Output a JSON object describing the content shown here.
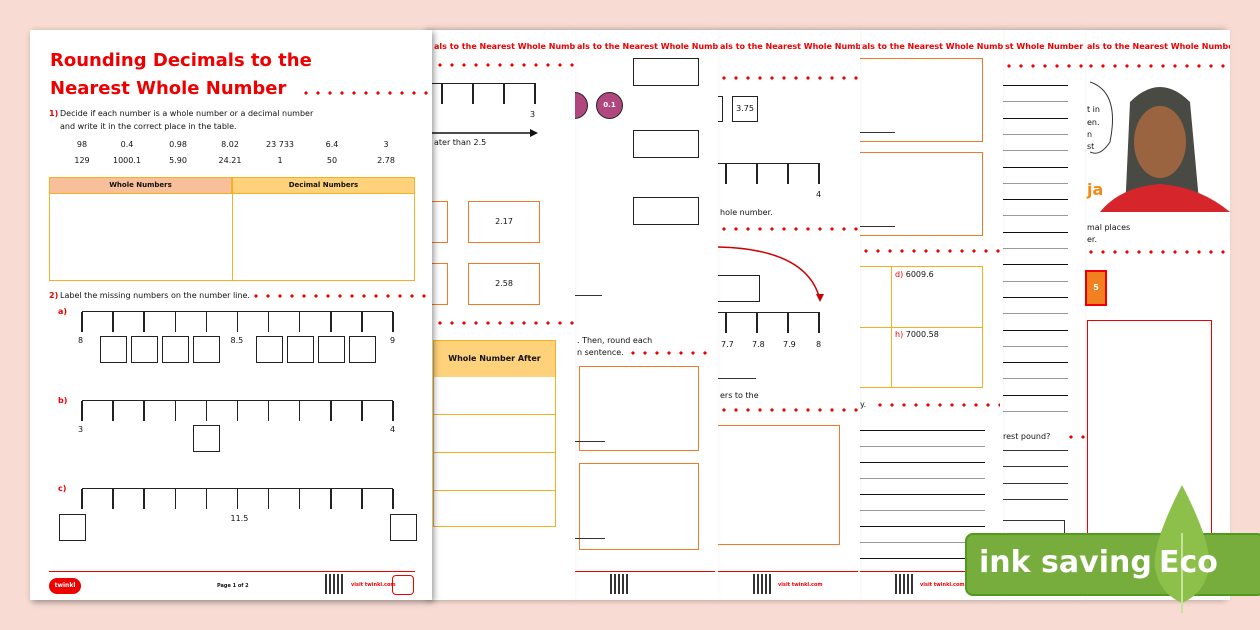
{
  "front": {
    "title_line1": "Rounding Decimals to the",
    "title_line2": "Nearest Whole Number",
    "q1_number": "1)",
    "q1_line1": "Decide if each number is a whole number or a decimal number",
    "q1_line2": "and write it in the correct place in the table.",
    "numbers_row1": [
      "98",
      "0.4",
      "0.98",
      "8.02",
      "23 733",
      "6.4",
      "3"
    ],
    "numbers_row2": [
      "129",
      "1000.1",
      "5.90",
      "24.21",
      "1",
      "50",
      "2.78"
    ],
    "table_headers": [
      "Whole Numbers",
      "Decimal Numbers"
    ],
    "q2_number": "2)",
    "q2_text": "Label the missing numbers on the number line.",
    "lines": [
      {
        "label": "a)",
        "start": "8",
        "mid": "8.5",
        "end": "9"
      },
      {
        "label": "b)",
        "start": "3",
        "end": "4"
      },
      {
        "label": "c)",
        "mid": "11.5"
      }
    ],
    "footer_page": "Page 1 of 2",
    "logo": "twinkl",
    "visit": "visit twinkl.com"
  },
  "header_fragment": "als to the Nearest Whole Number",
  "header_fragment_short": "st Whole Number",
  "page2": {
    "tick_label": "3",
    "arrow_text": "ater than 2.5",
    "boxes": [
      "2.17",
      "2.58"
    ],
    "table_header": "Whole Number After"
  },
  "page3": {
    "counter": "0.1",
    "text_line1": ". Then, round each",
    "text_line2": "n sentence."
  },
  "page4": {
    "box_value": "3.75",
    "tick_end": "4",
    "text1": "hole number.",
    "ticks": [
      "7.7",
      "7.8",
      "7.9",
      "8"
    ],
    "text2": "ers to the"
  },
  "page5": {
    "cells": [
      {
        "label": "d)",
        "value": "6009.6"
      },
      {
        "label": "h)",
        "value": "7000.58"
      }
    ],
    "text": "y."
  },
  "page6": {
    "text": "rest pound?"
  },
  "page7": {
    "speech": [
      "t in",
      "en.",
      "n",
      "st"
    ],
    "name_fragment": "ja",
    "text_line1": "mal places",
    "text_line2": "er.",
    "badge": "5"
  },
  "eco_badge": {
    "text": "ink saving",
    "eco": "Eco",
    "color": "#77ad3d"
  },
  "colors": {
    "red": "#e00000",
    "orange": "#f07a2a",
    "table_header_left": "#f8c09a",
    "table_header_right": "#fdd27a",
    "background": "#f8dcd3"
  }
}
